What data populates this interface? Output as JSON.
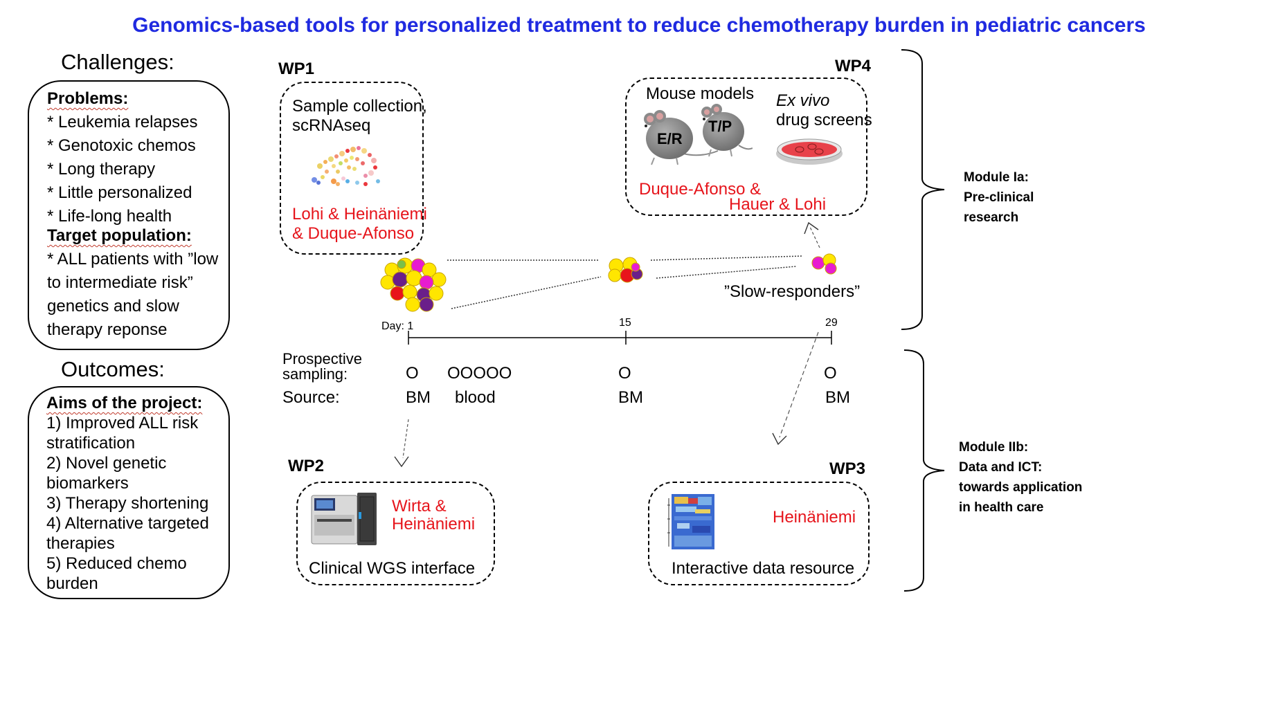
{
  "title": "Genomics-based tools for personalized treatment to reduce chemotherapy burden in pediatric cancers",
  "challenges": {
    "heading": "Challenges:",
    "problems_heading": "Problems:",
    "problems": [
      "* Leukemia relapses",
      "* Genotoxic chemos",
      "* Long therapy",
      "* Little personalized",
      "* Life-long health"
    ],
    "target_heading": "Target population:",
    "target_lines": [
      "* ALL patients with ”low",
      "to intermediate risk”",
      "genetics and slow",
      "therapy reponse"
    ]
  },
  "outcomes": {
    "heading": "Outcomes:",
    "aims_heading": "Aims of the project:",
    "aims_lines": [
      "1) Improved ALL risk",
      "stratification",
      "2) Novel genetic",
      "biomarkers",
      "3) Therapy shortening",
      "4) Alternative targeted",
      "therapies",
      "5) Reduced chemo",
      "burden"
    ]
  },
  "wp1": {
    "label": "WP1",
    "text_lines": [
      "Sample collection,",
      "scRNAseq"
    ],
    "people_lines": [
      "Lohi & Heinäniemi",
      "& Duque-Afonso"
    ]
  },
  "wp4": {
    "label": "WP4",
    "mouse_label": "Mouse models",
    "mouse1_label": "E/R",
    "mouse2_label": "T/P",
    "exvivo_italic": "Ex vivo",
    "exvivo_rest": "drug screens",
    "people_lines": [
      "Duque-Afonso &",
      "Hauer & Lohi"
    ]
  },
  "wp2": {
    "label": "WP2",
    "people_lines": [
      "Wirta &",
      "Heinäniemi"
    ],
    "caption": "Clinical WGS interface"
  },
  "wp3": {
    "label": "WP3",
    "people": "Heinäniemi",
    "caption": "Interactive data resource"
  },
  "slow_responders": "”Slow-responders”",
  "timeline": {
    "day_label": "Day: 1",
    "ticks": [
      {
        "label": "15"
      },
      {
        "label": "29"
      }
    ]
  },
  "sampling": {
    "label_lines": [
      "Prospective",
      "sampling:"
    ],
    "marks": [
      "O",
      "OOOOO",
      "O",
      "O"
    ],
    "source_label": "Source:",
    "sources": [
      "BM",
      "blood",
      "BM",
      "BM"
    ]
  },
  "modules": {
    "module_ia_lines": [
      "Module Ia:",
      "Pre-clinical",
      "research"
    ],
    "module_iib_lines": [
      "Module IIb:",
      "Data and ICT:",
      "towards application",
      "in health care"
    ]
  },
  "colors": {
    "title": "#1f2ae0",
    "people": "#e6141b",
    "cell_yellow": "#ffe600",
    "cell_magenta": "#e81cd0",
    "cell_red": "#e8141b",
    "cell_purple": "#6a1f8a"
  }
}
